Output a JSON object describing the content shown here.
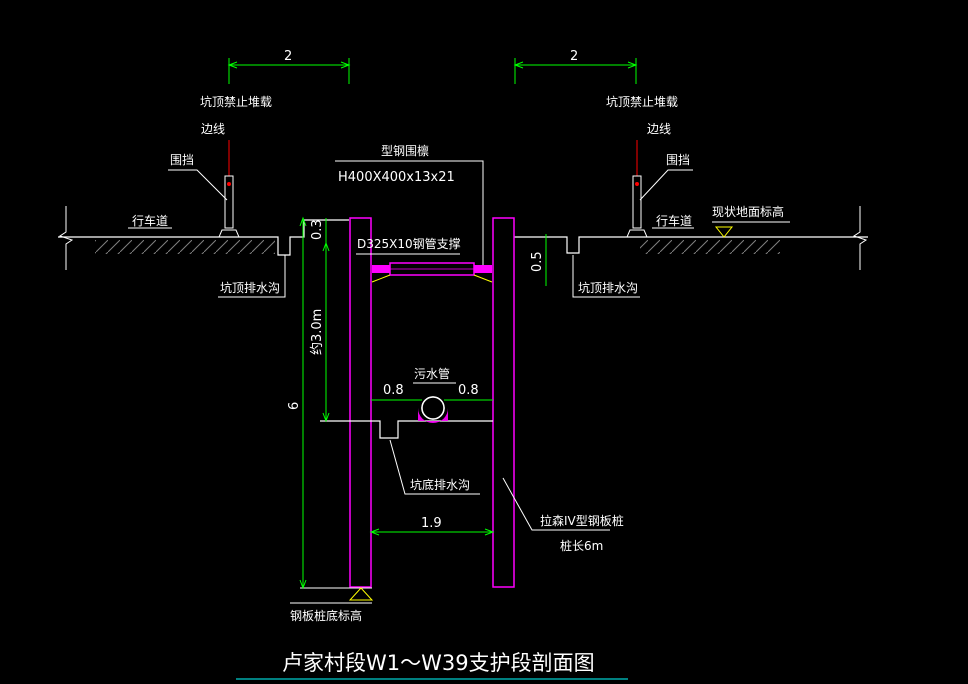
{
  "title": "卢家村段W1～W39支护段剖面图",
  "colors": {
    "background": "#000000",
    "ground": "#ffffff",
    "dimension": "#00ff00",
    "sheet_pile": "#ff00ff",
    "support": "#ff00ff",
    "leader": "#ffffff",
    "warning_line": "#ff0000",
    "hatch": "#808080",
    "fence_post": "#ffffff",
    "title_underline": "#00ffff"
  },
  "labels": {
    "left_no_load": "坑顶禁止堆载",
    "left_no_load_line": "边线",
    "right_no_load": "坑顶禁止堆载",
    "right_no_load_line": "边线",
    "left_fence": "围挡",
    "right_fence": "围挡",
    "left_road": "行车道",
    "right_road": "行车道",
    "ground_level": "现状地面标高",
    "steel_waler": "型钢围檩",
    "steel_waler_spec": "H400X400x13x21",
    "pipe_strut": "D325X10钢管支撑",
    "left_top_drain": "坑顶排水沟",
    "right_top_drain": "坑顶排水沟",
    "sewer_pipe": "污水管",
    "bottom_drain": "坑底排水沟",
    "sheet_pile_type": "拉森IV型钢板桩",
    "sheet_pile_length": "桩长6m",
    "pile_toe_level": "钢板桩底标高"
  },
  "dimensions": {
    "left_setback": "2",
    "right_setback": "2",
    "strut_depth": "0.3",
    "drain_depth": "0.5",
    "excavation_depth": "约3.0m",
    "pile_length": "6",
    "pipe_clear_left": "0.8",
    "pipe_clear_right": "0.8",
    "trench_width": "1.9"
  }
}
